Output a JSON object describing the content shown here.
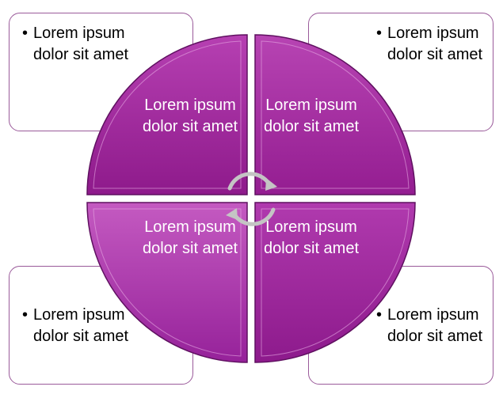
{
  "diagram": {
    "boxes": [
      {
        "bullet": "•",
        "text": "Lorem ipsum dolor sit amet"
      },
      {
        "bullet": "•",
        "text": "Lorem ipsum dolor sit amet"
      },
      {
        "bullet": "•",
        "text": "Lorem ipsum dolor sit amet"
      },
      {
        "bullet": "•",
        "text": "Lorem ipsum dolor sit amet"
      }
    ],
    "quadrants": [
      {
        "text": "Lorem ipsum dolor sit amet"
      },
      {
        "text": "Lorem ipsum dolor sit amet"
      },
      {
        "text": "Lorem ipsum dolor sit amet"
      },
      {
        "text": "Lorem ipsum dolor sit amet"
      }
    ],
    "colors": {
      "quadrant_fill": "#a12a9e",
      "quadrant_dark": "#6e1470",
      "quadrant_light": "#d77ad4",
      "box_border": "#9a5a9a",
      "arrow": "#b9b9b9"
    }
  }
}
